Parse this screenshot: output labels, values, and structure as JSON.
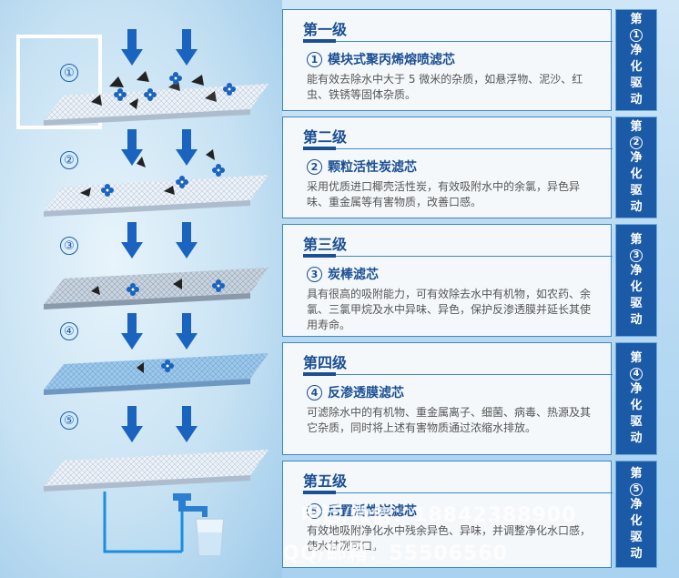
{
  "steps_left": [
    "①",
    "②",
    "③",
    "④",
    "⑤"
  ],
  "cards": [
    {
      "level": "第一级",
      "num": "1",
      "name": "模块式聚丙烯熔喷滤芯",
      "desc": "能有效去除水中大于 5 微米的杂质，如悬浮物、泥沙、红虫、铁锈等固体杂质。",
      "tab_pre": "第",
      "tab_num": "1",
      "tab_rest": [
        "净",
        "化",
        "驱",
        "动"
      ]
    },
    {
      "level": "第二级",
      "num": "2",
      "name": "颗粒活性炭滤芯",
      "desc": "采用优质进口椰壳活性炭，有效吸附水中的余氯，异色异味、重金属等有害物质，改善口感。",
      "tab_pre": "第",
      "tab_num": "2",
      "tab_rest": [
        "净",
        "化",
        "驱",
        "动"
      ]
    },
    {
      "level": "第三级",
      "num": "3",
      "name": "炭棒滤芯",
      "desc": "具有很高的吸附能力，可有效除去水中有机物，如农药、余氯、三氯甲烷及水中异味、异色，保护反渗透膜并延长其使用寿命。",
      "tab_pre": "第",
      "tab_num": "3",
      "tab_rest": [
        "净",
        "化",
        "驱",
        "动"
      ]
    },
    {
      "level": "第四级",
      "num": "4",
      "name": "反渗透膜滤芯",
      "desc": "可滤除水中的有机物、重金属离子、细菌、病毒、热源及其它杂质，同时将上述有害物质通过浓缩水排放。",
      "tab_pre": "第",
      "tab_num": "4",
      "tab_rest": [
        "净",
        "化",
        "驱",
        "动"
      ]
    },
    {
      "level": "第五级",
      "num": "5",
      "name": "后置活性炭滤芯",
      "desc": "有效地吸附净化水中残余异色、异味，并调整净化水口感，使水甘洌可口。",
      "tab_pre": "第",
      "tab_num": "5",
      "tab_rest": [
        "净",
        "化",
        "驱",
        "动"
      ]
    }
  ],
  "watermark": {
    "phone": "电话/微信：18842388900",
    "qq": "QQ/邮箱：55506560"
  },
  "colors": {
    "accent": "#1b5aa6",
    "arrow": "#1a64c0",
    "title": "#1b4f93"
  }
}
